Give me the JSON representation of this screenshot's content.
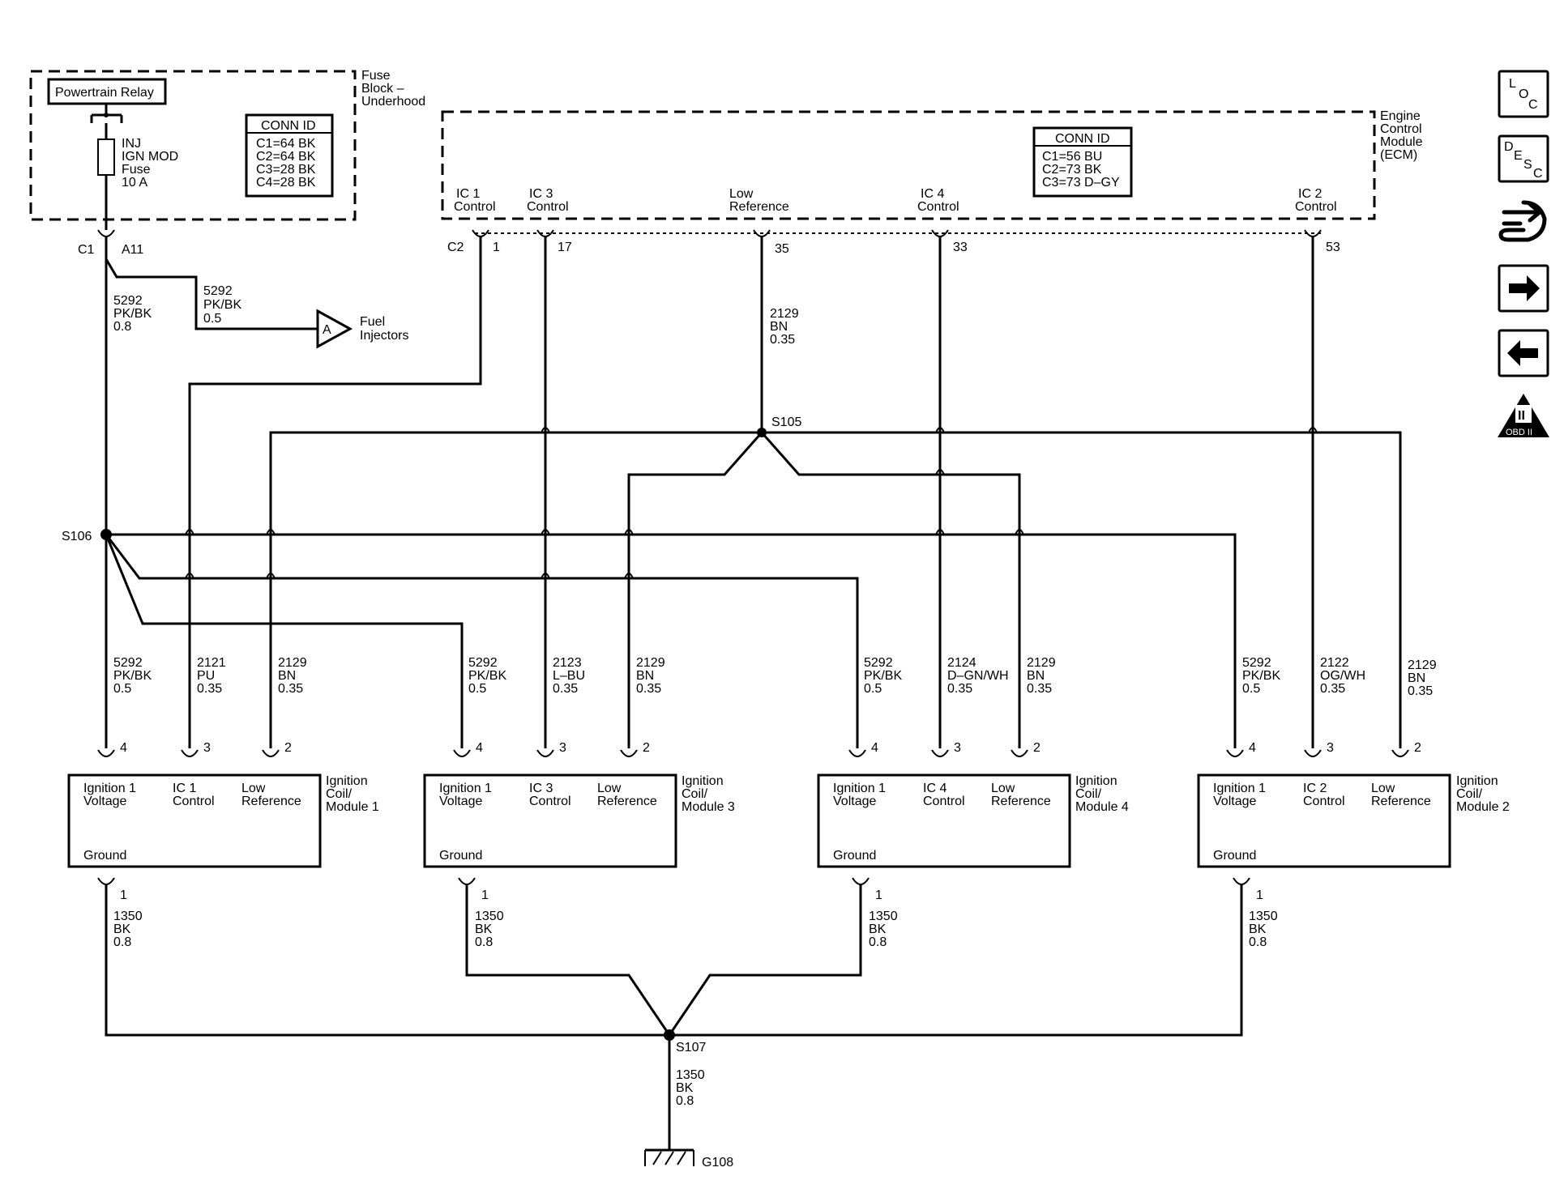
{
  "colors": {
    "line": "#000000",
    "background": "#ffffff"
  },
  "fuse_block": {
    "title": [
      "Fuse",
      "Block –",
      "Underhood"
    ],
    "relay": "Powertrain Relay",
    "fuse": [
      "INJ",
      "IGN MOD",
      "Fuse",
      "10 A"
    ],
    "conn_id": {
      "header": "CONN ID",
      "rows": [
        "C1=64 BK",
        "C2=64 BK",
        "C3=28 BK",
        "C4=28 BK"
      ]
    },
    "pin_c1": "C1",
    "pin_a11": "A11"
  },
  "ecm": {
    "title": [
      "Engine",
      "Control",
      "Module",
      "(ECM)"
    ],
    "conn_id": {
      "header": "CONN ID",
      "rows": [
        "C1=56 BU",
        "C2=73 BK",
        "C3=73 D–GY"
      ]
    },
    "connector": "C2",
    "pins": [
      {
        "label": [
          "IC 1",
          "Control"
        ],
        "pin": "1"
      },
      {
        "label": [
          "IC 3",
          "Control"
        ],
        "pin": "17"
      },
      {
        "label": [
          "Low",
          "Reference"
        ],
        "pin": "35"
      },
      {
        "label": [
          "IC 4",
          "Control"
        ],
        "pin": "33"
      },
      {
        "label": [
          "IC 2",
          "Control"
        ],
        "pin": "53"
      }
    ]
  },
  "branch_wire": [
    "5292",
    "PK/BK",
    "0.5"
  ],
  "fuel_injectors": {
    "marker": "A",
    "label": [
      "Fuel",
      "Injectors"
    ]
  },
  "feed_wire": [
    "5292",
    "PK/BK",
    "0.8"
  ],
  "low_ref_wire": [
    "2129",
    "BN",
    "0.35"
  ],
  "splices": {
    "s105": "S105",
    "s106": "S106",
    "s107": "S107"
  },
  "coils": [
    {
      "name": [
        "Ignition",
        "Coil/",
        "Module 1"
      ],
      "ground": "Ground",
      "pins": [
        {
          "label": [
            "Ignition 1",
            "Voltage"
          ],
          "pin": "4",
          "wire": [
            "5292",
            "PK/BK",
            "0.5"
          ]
        },
        {
          "label": [
            "IC 1",
            "Control"
          ],
          "pin": "3",
          "wire": [
            "2121",
            "PU",
            "0.35"
          ]
        },
        {
          "label": [
            "Low",
            "Reference"
          ],
          "pin": "2",
          "wire": [
            "2129",
            "BN",
            "0.35"
          ]
        }
      ],
      "gnd_pin": "1",
      "gnd_wire": [
        "1350",
        "BK",
        "0.8"
      ]
    },
    {
      "name": [
        "Ignition",
        "Coil/",
        "Module 3"
      ],
      "ground": "Ground",
      "pins": [
        {
          "label": [
            "Ignition 1",
            "Voltage"
          ],
          "pin": "4",
          "wire": [
            "5292",
            "PK/BK",
            "0.5"
          ]
        },
        {
          "label": [
            "IC 3",
            "Control"
          ],
          "pin": "3",
          "wire": [
            "2123",
            "L–BU",
            "0.35"
          ]
        },
        {
          "label": [
            "Low",
            "Reference"
          ],
          "pin": "2",
          "wire": [
            "2129",
            "BN",
            "0.35"
          ]
        }
      ],
      "gnd_pin": "1",
      "gnd_wire": [
        "1350",
        "BK",
        "0.8"
      ]
    },
    {
      "name": [
        "Ignition",
        "Coil/",
        "Module 4"
      ],
      "ground": "Ground",
      "pins": [
        {
          "label": [
            "Ignition 1",
            "Voltage"
          ],
          "pin": "4",
          "wire": [
            "5292",
            "PK/BK",
            "0.5"
          ]
        },
        {
          "label": [
            "IC 4",
            "Control"
          ],
          "pin": "3",
          "wire": [
            "2124",
            "D–GN/WH",
            "0.35"
          ]
        },
        {
          "label": [
            "Low",
            "Reference"
          ],
          "pin": "2",
          "wire": [
            "2129",
            "BN",
            "0.35"
          ]
        }
      ],
      "gnd_pin": "1",
      "gnd_wire": [
        "1350",
        "BK",
        "0.8"
      ]
    },
    {
      "name": [
        "Ignition",
        "Coil/",
        "Module 2"
      ],
      "ground": "Ground",
      "pins": [
        {
          "label": [
            "Ignition 1",
            "Voltage"
          ],
          "pin": "4",
          "wire": [
            "5292",
            "PK/BK",
            "0.5"
          ]
        },
        {
          "label": [
            "IC 2",
            "Control"
          ],
          "pin": "3",
          "wire": [
            "2122",
            "OG/WH",
            "0.35"
          ]
        },
        {
          "label": [
            "Low",
            "Reference"
          ],
          "pin": "2",
          "wire": [
            "2129",
            "BN",
            "0.35"
          ]
        }
      ],
      "gnd_pin": "1",
      "gnd_wire": [
        "1350",
        "BK",
        "0.8"
      ]
    }
  ],
  "ground_wire": [
    "1350",
    "BK",
    "0.8"
  ],
  "ground_point": "G108",
  "nav": {
    "loc": [
      "L",
      "O",
      "C"
    ],
    "desc": [
      "D",
      "E",
      "S",
      "C"
    ],
    "obd": [
      "II",
      "OBD II"
    ],
    "icons": [
      "loc-icon",
      "desc-icon",
      "connector-wrench-icon",
      "arrow-right-icon",
      "arrow-left-icon",
      "obd-ii-icon"
    ]
  }
}
